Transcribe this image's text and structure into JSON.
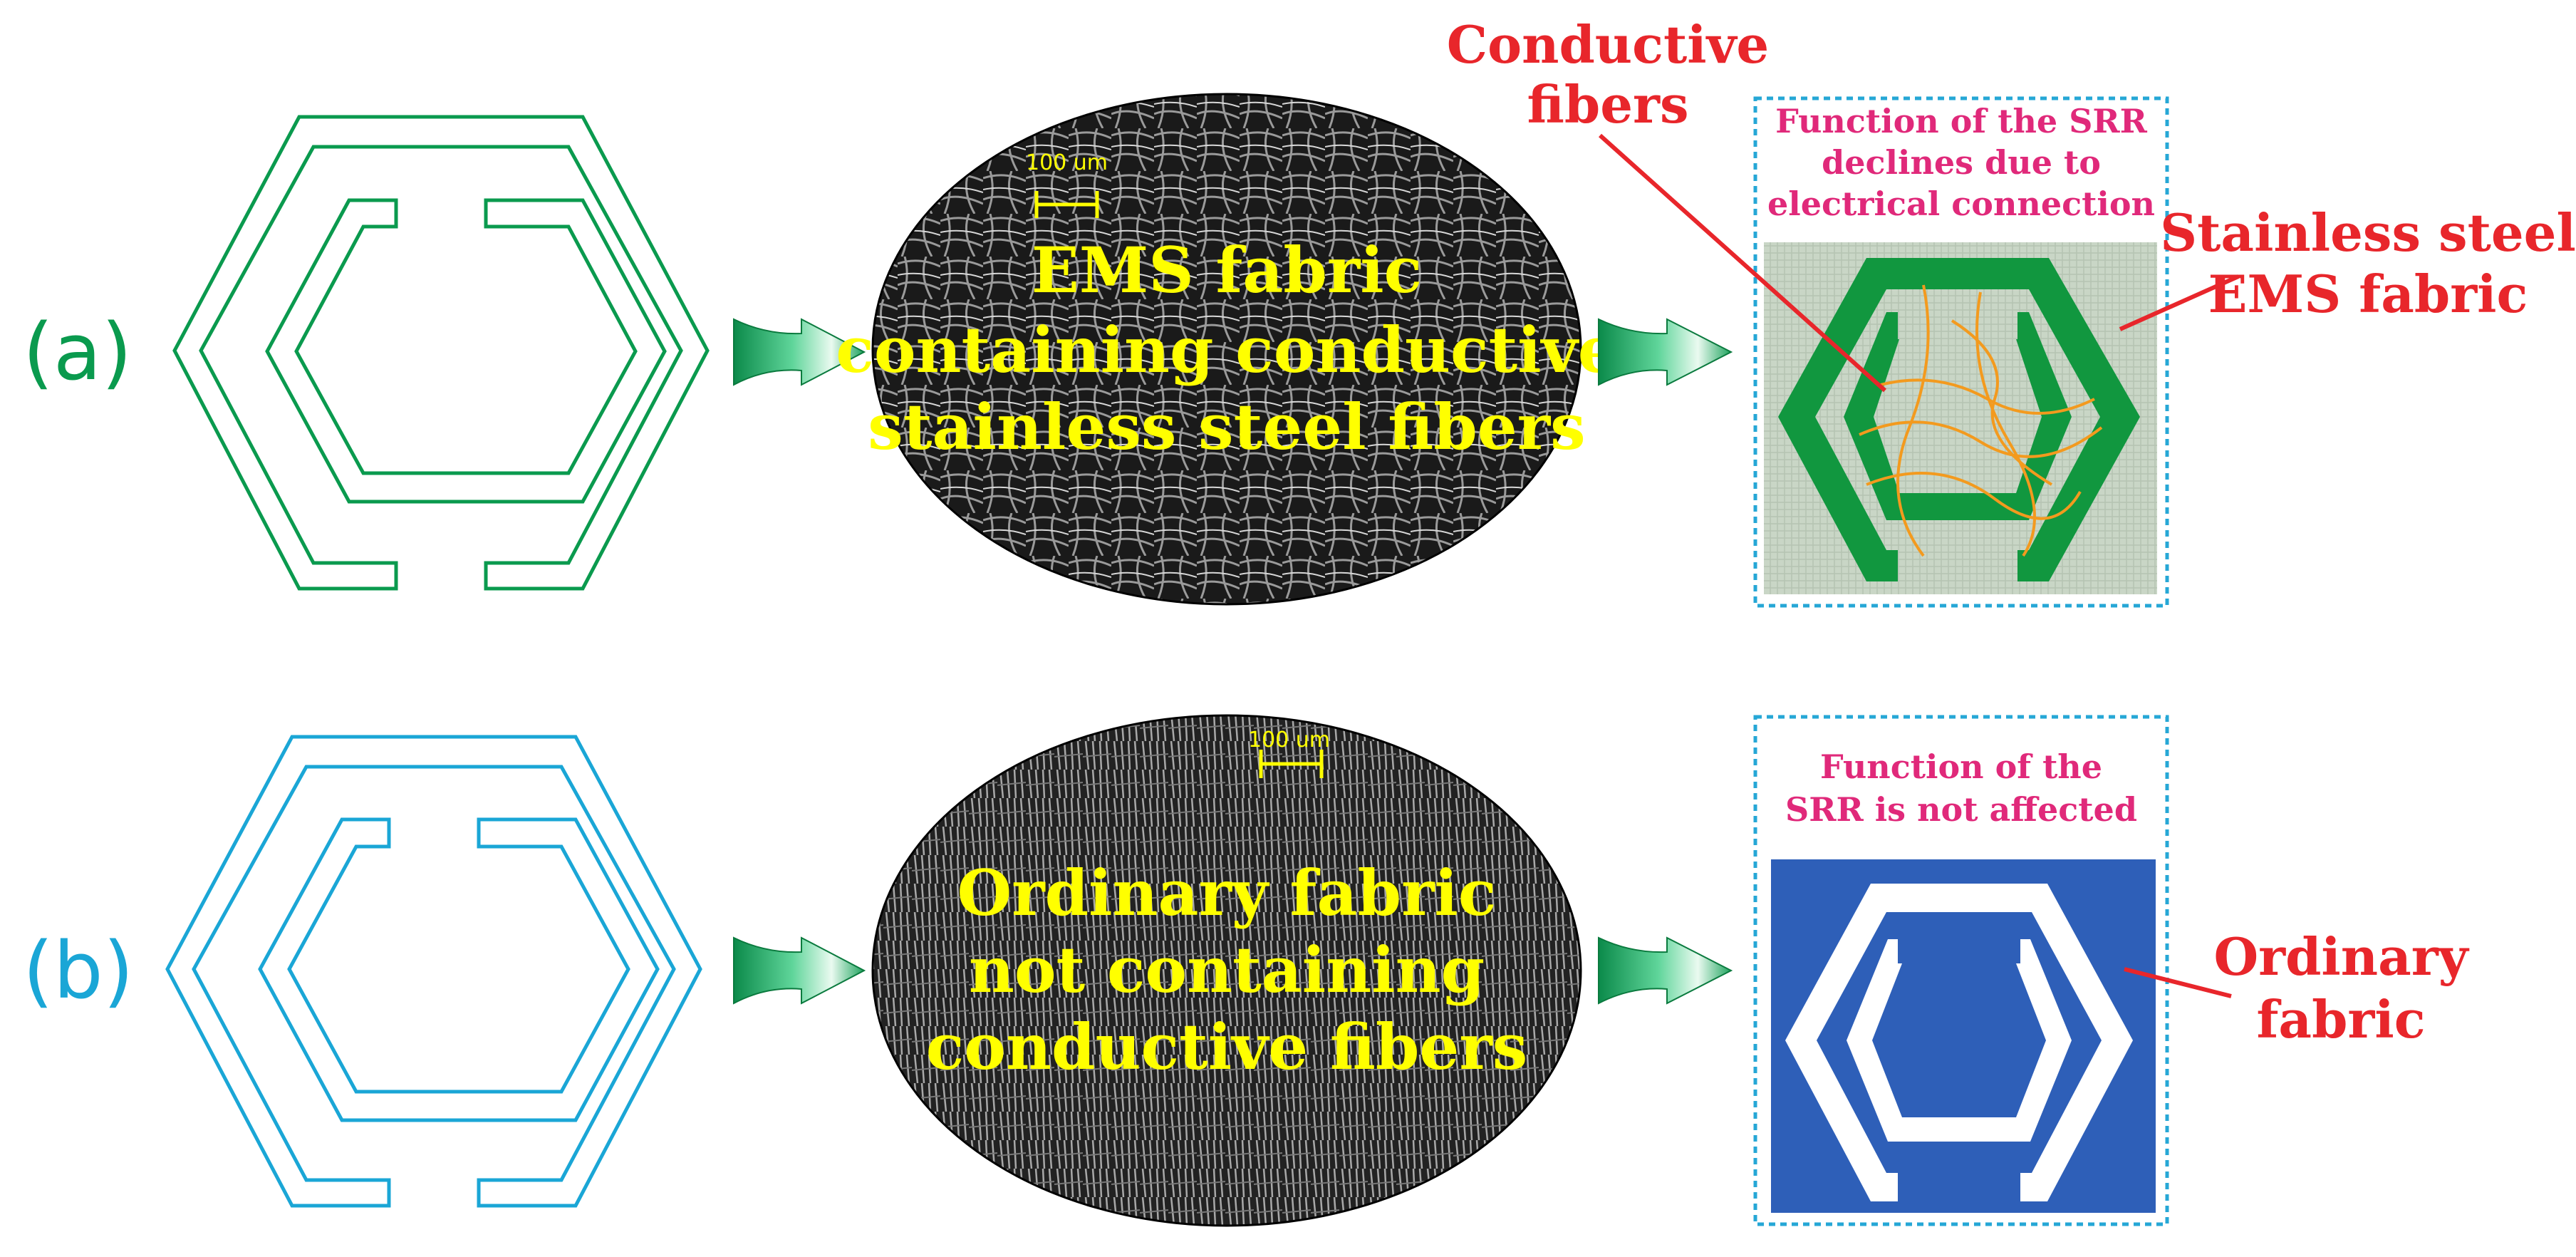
{
  "colors": {
    "row_a": "#0a9a4e",
    "row_b": "#1aa6d6",
    "annotation_red": "#e8262b",
    "annotation_pink": "#e0297a",
    "sem_text": "#ffff00",
    "fabric_a": "#c9d6c6",
    "sem_ring_a": "#11973f",
    "fiber": "#f39a1e",
    "fabric_b": "#2e5fb8",
    "box_border": "#26a7d6"
  },
  "row_a": {
    "label": "(a)",
    "sem": {
      "scale_label": "100 um",
      "text_lines": [
        "EMS fabric",
        "containing conductive",
        "stainless steel fibers"
      ]
    },
    "callouts": {
      "conductive_fibers": [
        "Conductive",
        "fibers"
      ],
      "box_title": [
        "Function of the SRR",
        "declines due to",
        "electrical connection"
      ],
      "fabric_name": [
        "Stainless steel",
        "EMS fabric"
      ]
    }
  },
  "row_b": {
    "label": "(b)",
    "sem": {
      "scale_label": "100 um",
      "text_lines": [
        "Ordinary fabric",
        "not containing",
        "conductive fibers"
      ]
    },
    "callouts": {
      "box_title": [
        "Function of the",
        "SRR is not affected"
      ],
      "fabric_name": [
        "Ordinary",
        "fabric"
      ]
    }
  }
}
